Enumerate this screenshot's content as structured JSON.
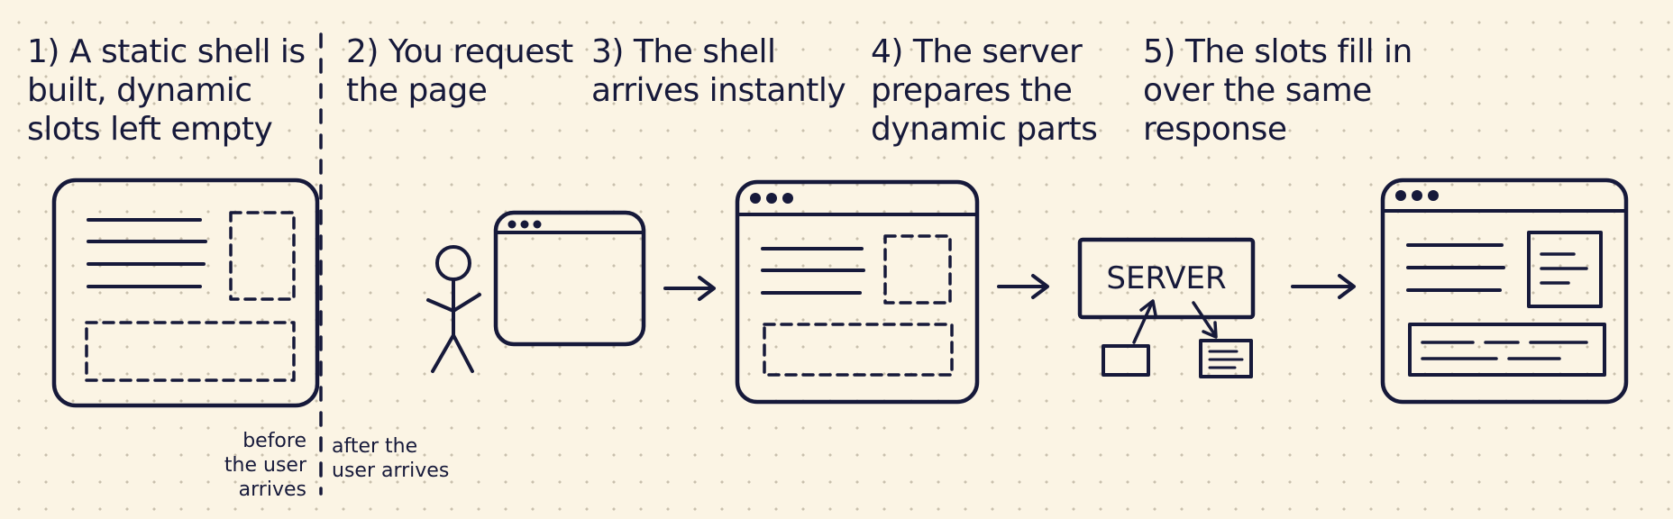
{
  "steps": [
    {
      "title": "1) A static shell is\nbuilt, dynamic\nslots left empty"
    },
    {
      "title": "2) You request\nthe page"
    },
    {
      "title": "3) The shell\narrives instantly"
    },
    {
      "title": "4) The server\nprepares the\ndynamic parts"
    },
    {
      "title": "5) The slots fill in\nover the same\nresponse"
    }
  ],
  "divider": {
    "before_label": "before\nthe user\narrives",
    "after_label": "after the\nuser arrives"
  },
  "server": {
    "label": "SERVER"
  },
  "colors": {
    "ink": "#16193a",
    "paper": "#fbf4e4",
    "dots": "#c9c0ad"
  }
}
